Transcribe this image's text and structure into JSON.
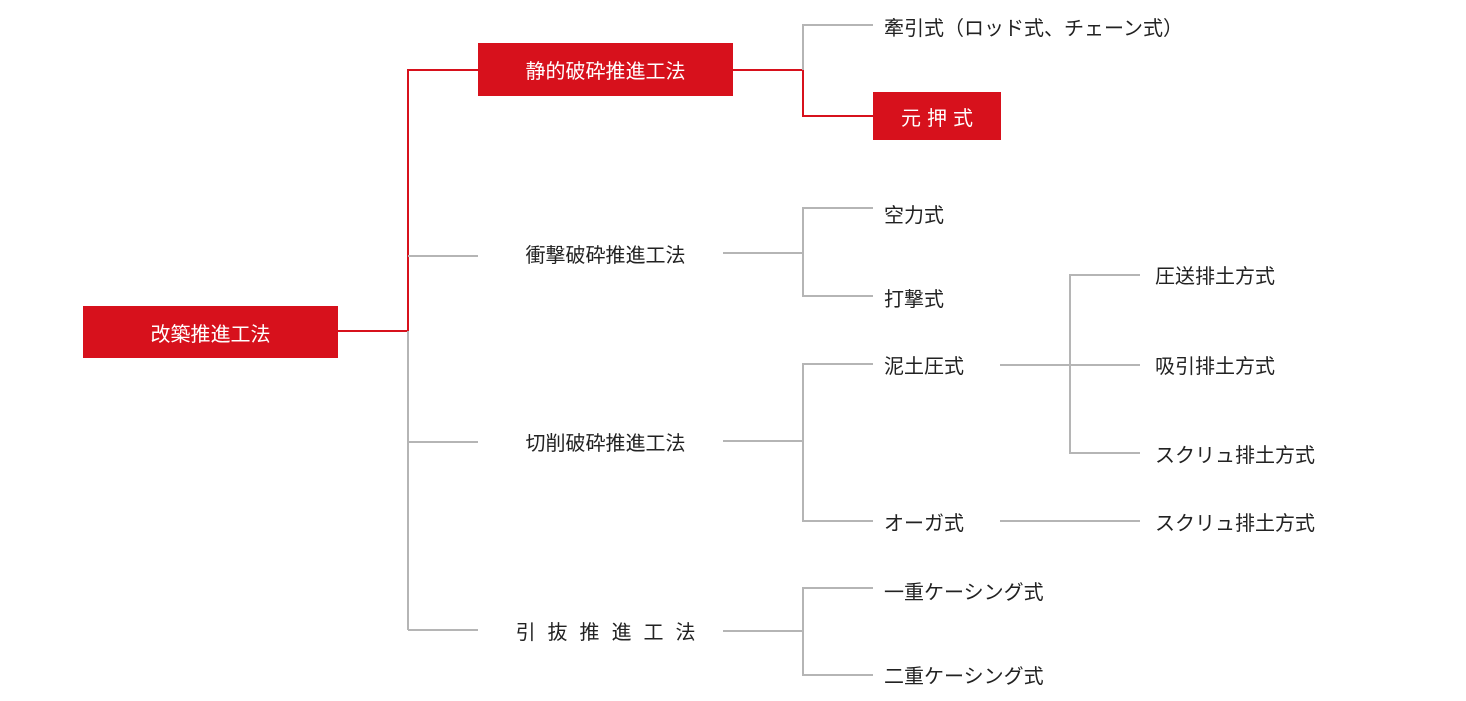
{
  "colors": {
    "highlight": "#d7111c",
    "line_gray": "#b5b5b5",
    "text": "#222222",
    "box_text": "#ffffff"
  },
  "nodes": {
    "root": "改築推進工法",
    "static_crushing": "静的破砕推進工法",
    "traction_type": "牽引式（ロッド式、チェーン式）",
    "base_push_type": "元押式",
    "impact_crushing": "衝撃破砕推進工法",
    "pneumatic_type": "空力式",
    "percussion_type": "打撃式",
    "cutting_crushing": "切削破砕推進工法",
    "mud_pressure_type": "泥土圧式",
    "pressure_discharge": "圧送排土方式",
    "suction_discharge": "吸引排土方式",
    "screw_discharge_1": "スクリュ排土方式",
    "auger_type": "オーガ式",
    "screw_discharge_2": "スクリュ排土方式",
    "pull_out": "引抜推進工法",
    "single_casing": "一重ケーシング式",
    "double_casing": "二重ケーシング式"
  }
}
